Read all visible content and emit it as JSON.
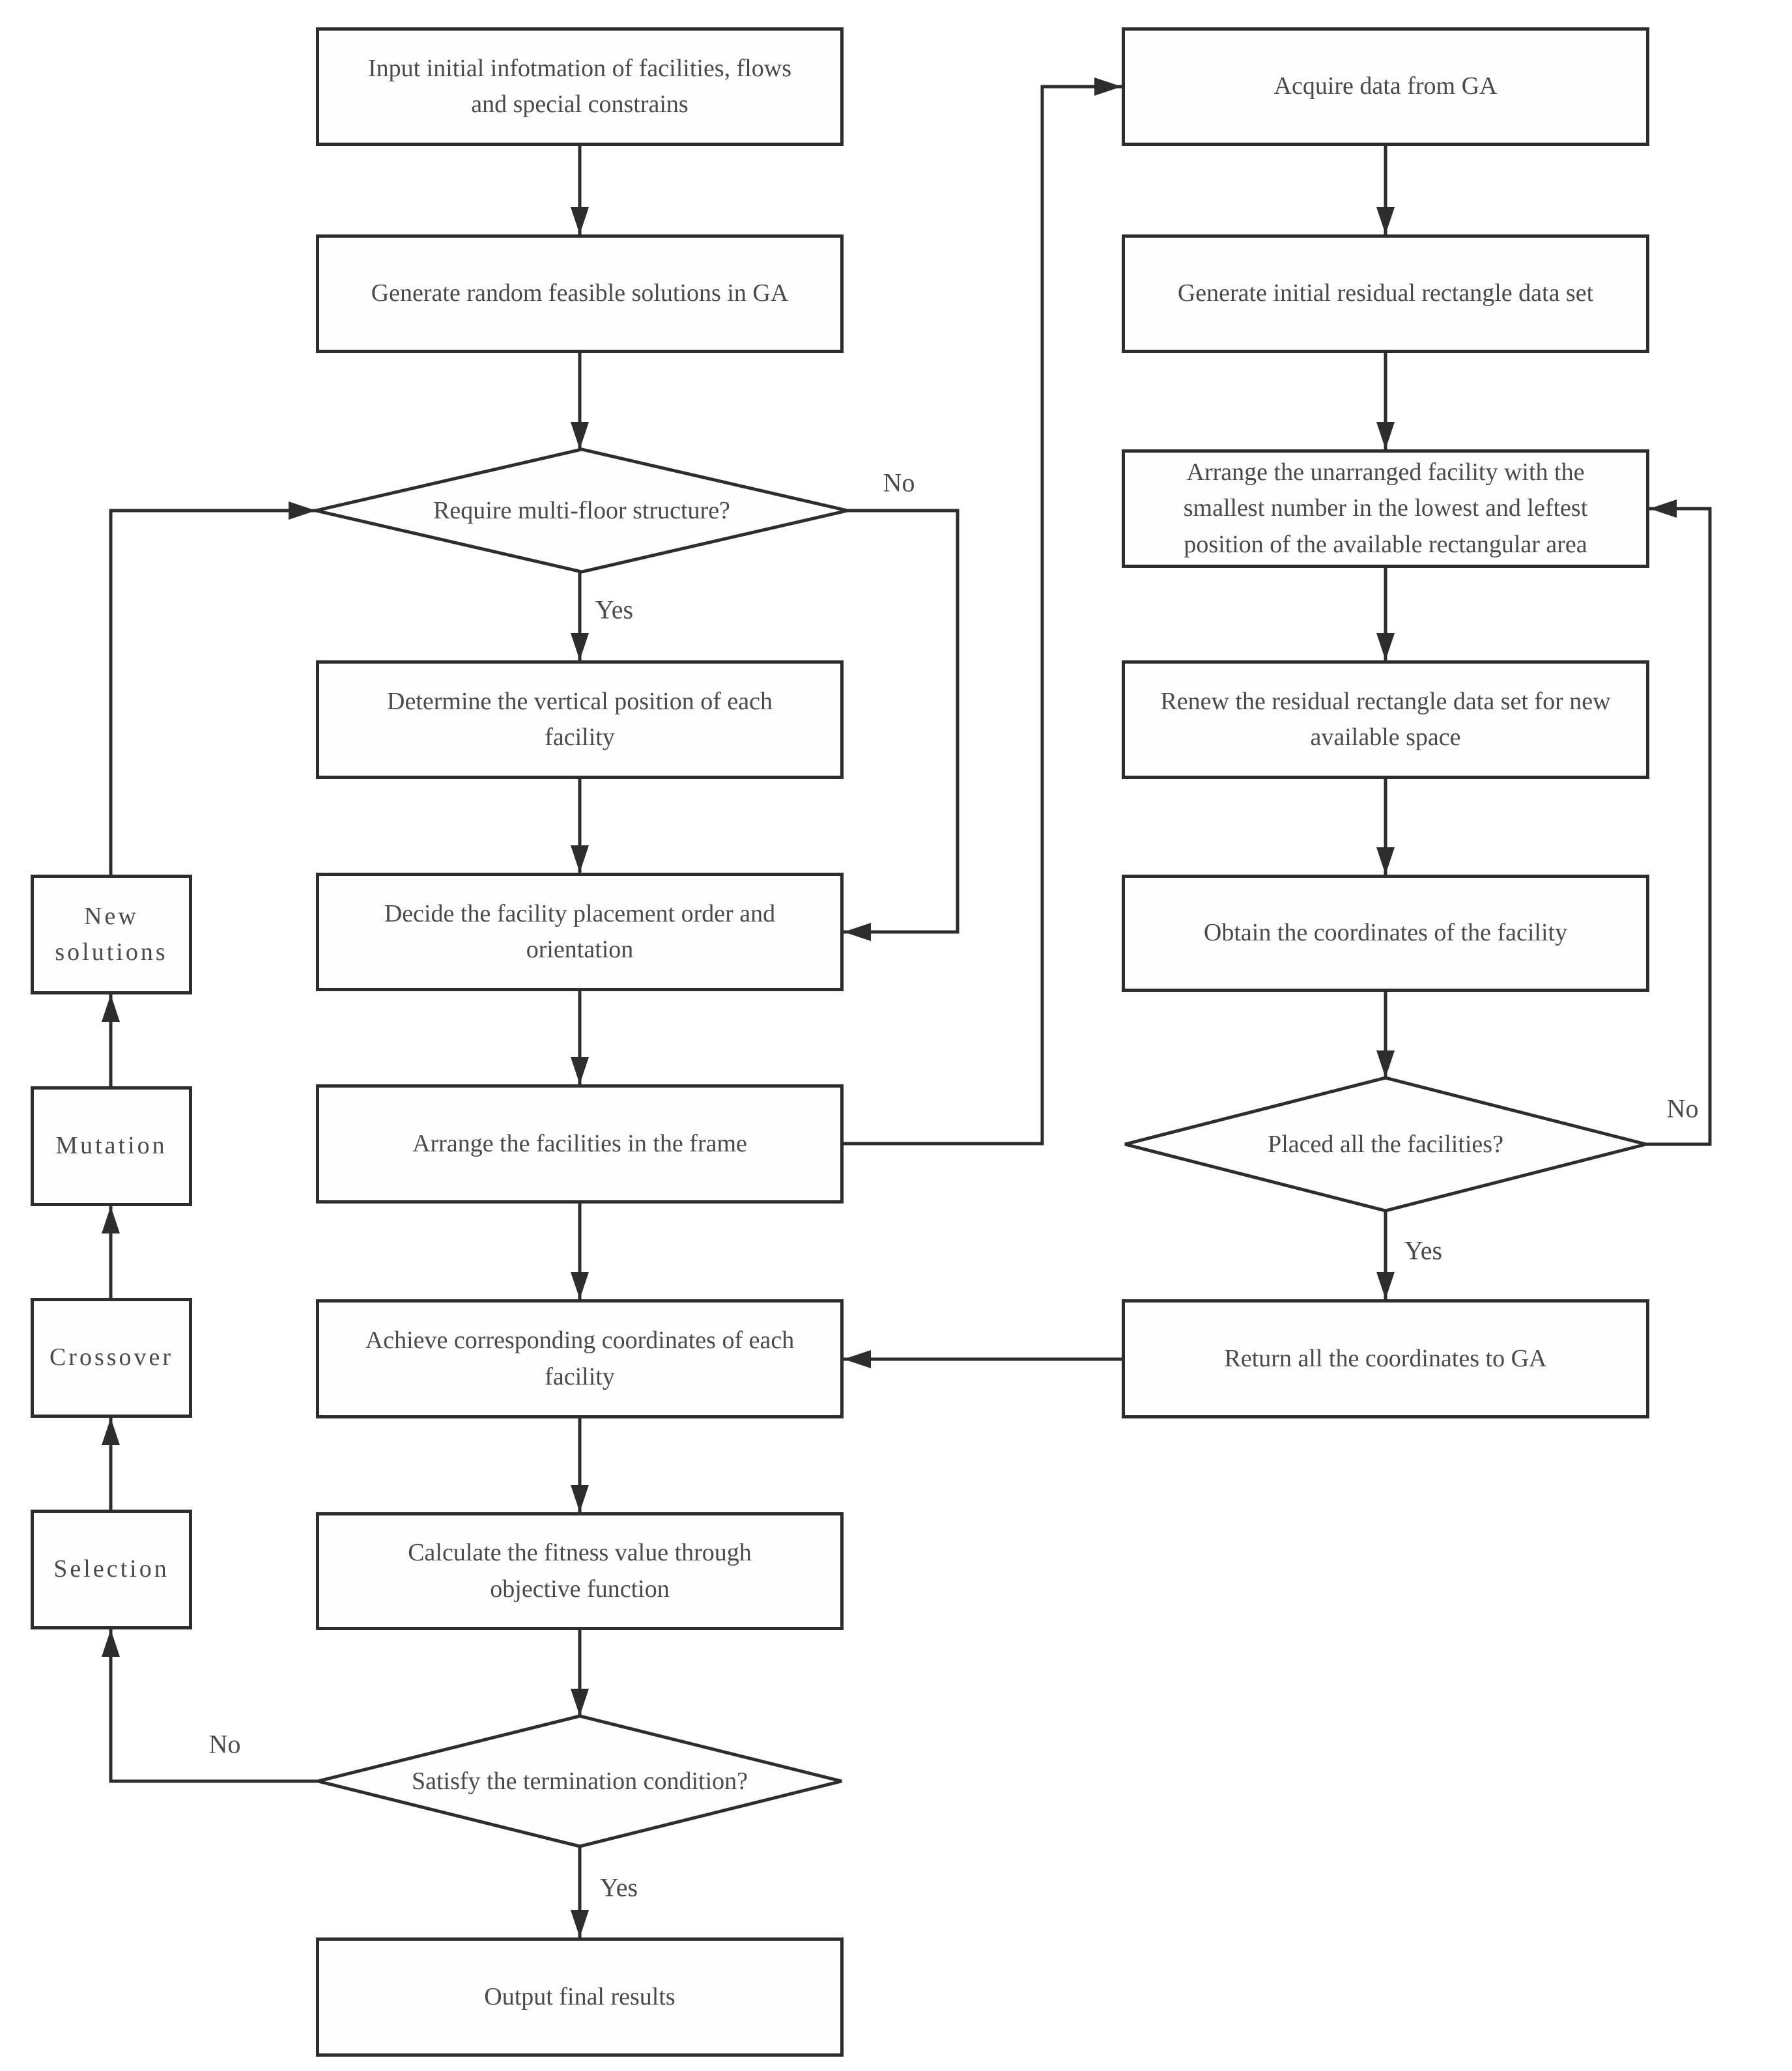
{
  "colors": {
    "line": "#2d2d2d",
    "text": "#4a4a4a",
    "node_fill": "#fefefe",
    "background": "#ffffff"
  },
  "nodes": {
    "input_info": {
      "label": "Input initial infotmation of facilities, flows and special constrains"
    },
    "generate_random": {
      "label": "Generate random feasible solutions in GA"
    },
    "require_multifloor": {
      "label": "Require multi-floor structure?"
    },
    "determine_vertical": {
      "label": "Determine the vertical position of each facility"
    },
    "decide_order": {
      "label": "Decide the facility placement order and orientation"
    },
    "arrange_frame": {
      "label": "Arrange the facilities in the frame"
    },
    "achieve_coords": {
      "label": "Achieve corresponding coordinates of each facility"
    },
    "calculate_fitness": {
      "label": "Calculate the fitness value through objective function"
    },
    "satisfy_termination": {
      "label": "Satisfy the termination condition?"
    },
    "output_results": {
      "label": "Output final results"
    },
    "new_solutions": {
      "label": "New solutions"
    },
    "mutation": {
      "label": "Mutation"
    },
    "crossover": {
      "label": "Crossover"
    },
    "selection": {
      "label": "Selection"
    },
    "acquire_data": {
      "label": "Acquire data from GA"
    },
    "generate_residual": {
      "label": "Generate initial residual rectangle data set"
    },
    "arrange_unarranged": {
      "label": "Arrange the unarranged facility with the smallest number in the lowest and leftest position of the available rectangular area"
    },
    "renew_residual": {
      "label": "Renew the residual rectangle data set for new available space"
    },
    "obtain_coords": {
      "label": "Obtain the coordinates of the facility"
    },
    "placed_all": {
      "label": "Placed all the facilities?"
    },
    "return_coords": {
      "label": "Return all the coordinates to GA"
    }
  },
  "edge_labels": {
    "multifloor_no": "No",
    "multifloor_yes": "Yes",
    "termination_no": "No",
    "termination_yes": "Yes",
    "placed_no": "No",
    "placed_yes": "Yes"
  }
}
